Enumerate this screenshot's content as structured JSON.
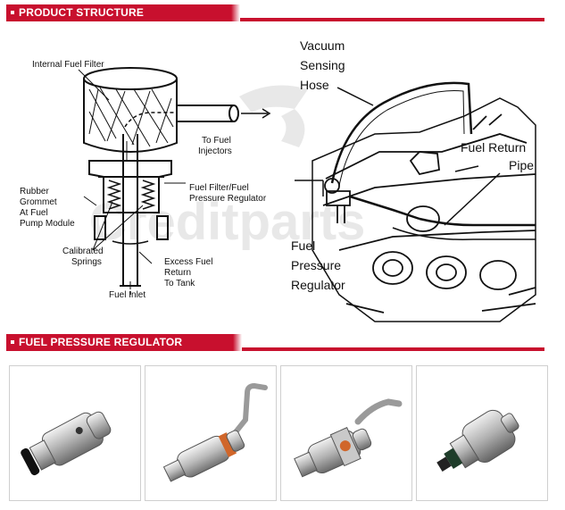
{
  "sections": {
    "structure": {
      "title": "PRODUCT STRUCTURE"
    },
    "regulator": {
      "title": "FUEL PRESSURE REGULATOR"
    }
  },
  "diagram_left": {
    "labels": {
      "internal_filter": "Internal Fuel Filter",
      "to_injectors_1": "To Fuel",
      "to_injectors_2": "Injectors",
      "grommet_1": "Rubber",
      "grommet_2": "Grommet",
      "grommet_3": "At Fuel",
      "grommet_4": "Pump Module",
      "filter_reg_1": "Fuel Filter/Fuel",
      "filter_reg_2": "Pressure Regulator",
      "springs_1": "Calibrated",
      "springs_2": "Springs",
      "excess_1": "Excess Fuel",
      "excess_2": "Return",
      "excess_3": "To Tank",
      "inlet": "Fuel Inlet"
    }
  },
  "diagram_right": {
    "labels": {
      "vacuum_1": "Vacuum",
      "vacuum_2": "Sensing",
      "vacuum_3": "Hose",
      "return_1": "Fuel Return",
      "return_2": "Pipe",
      "regulator_1": "Fuel",
      "regulator_2": "Pressure",
      "regulator_3": "Regulator"
    }
  },
  "watermark": "Creditparts",
  "photos": [
    {
      "alt": "regulator-photo-1"
    },
    {
      "alt": "regulator-photo-2"
    },
    {
      "alt": "regulator-photo-3"
    },
    {
      "alt": "regulator-photo-4"
    }
  ],
  "colors": {
    "accent": "#c8102e"
  }
}
